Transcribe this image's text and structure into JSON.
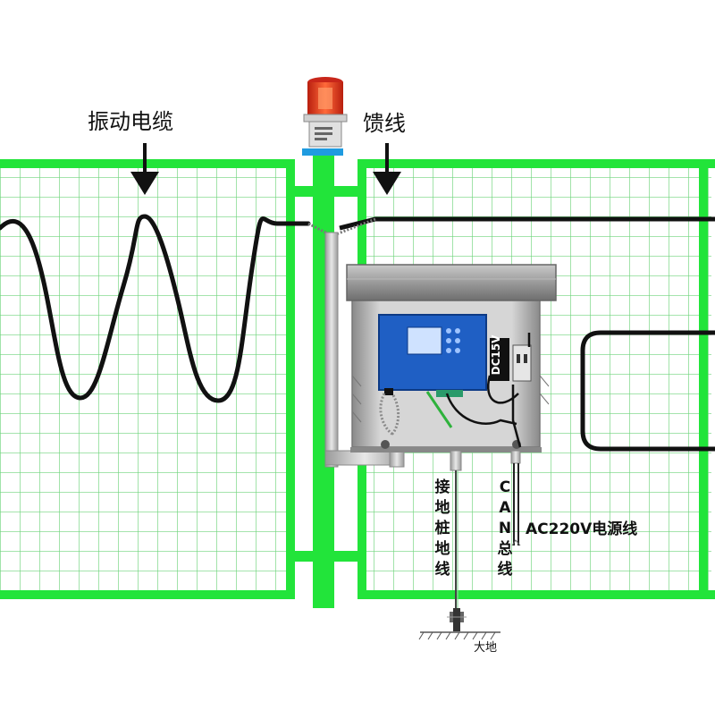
{
  "labels": {
    "vibration_cable": "振动电缆",
    "feeder_line": "馈线",
    "dc_voltage": "DC15V",
    "ground_wire": "接地桩地线",
    "can_bus": "CAN总线",
    "power_line": "AC220V电源线",
    "earth": "大地"
  },
  "colors": {
    "fence_green": "#22e43a",
    "grid_line": "#5fd46e",
    "panel_blue": "#1f5fc4",
    "alarm_red": "#e8321e",
    "cable": "#111111"
  }
}
